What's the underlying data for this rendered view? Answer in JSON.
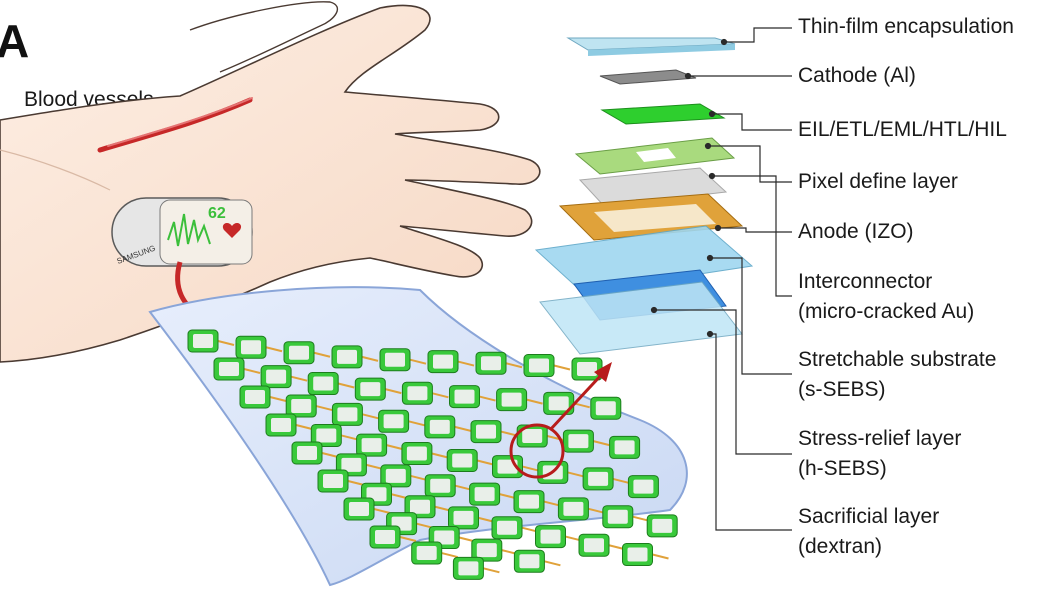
{
  "panel_label": "A",
  "hand_label": "Blood vessels",
  "device": {
    "brand": "SAMSUNG",
    "heart_rate": "62"
  },
  "layers": [
    {
      "id": "encapsulation",
      "lines": [
        "Thin-film encapsulation"
      ]
    },
    {
      "id": "cathode",
      "lines": [
        "Cathode (Al)"
      ]
    },
    {
      "id": "eil",
      "lines": [
        "EIL/ETL/EML/HTL/HIL"
      ]
    },
    {
      "id": "pixel",
      "lines": [
        "Pixel define layer"
      ]
    },
    {
      "id": "anode",
      "lines": [
        "Anode (IZO)"
      ]
    },
    {
      "id": "interconnector",
      "lines": [
        "Interconnector",
        "(micro-cracked Au)"
      ]
    },
    {
      "id": "substrate",
      "lines": [
        "Stretchable substrate",
        "(s-SEBS)"
      ]
    },
    {
      "id": "stressrelief",
      "lines": [
        "Stress-relief layer",
        "(h-SEBS)"
      ]
    },
    {
      "id": "sacrificial",
      "lines": [
        "Sacrificial layer",
        "(dextran)"
      ]
    }
  ],
  "colors": {
    "skin": "#fbe6d6",
    "skin_stroke": "#4a3a32",
    "vessel": "#c62828",
    "oled_green": "#39c93b",
    "anode_gold": "#e0a23a",
    "substrate_blue": "#9fd7f0",
    "arrow_red": "#c62828"
  }
}
